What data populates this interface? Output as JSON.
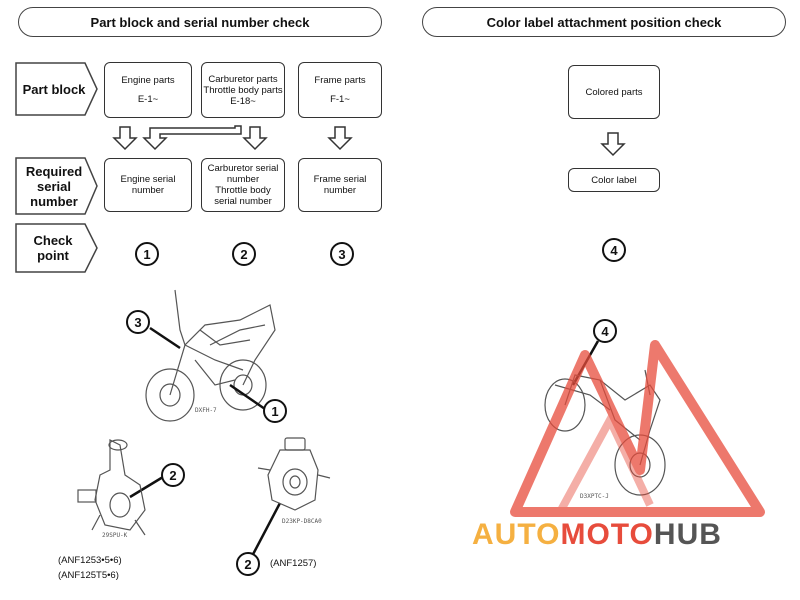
{
  "headers": {
    "left": "Part block and serial number check",
    "right": "Color label attachment position check"
  },
  "row_labels": {
    "part_block": "Part block",
    "required_serial": [
      "Required",
      "serial",
      "number"
    ],
    "check_point": [
      "Check",
      "point"
    ]
  },
  "part_blocks": [
    {
      "title": "Engine parts",
      "code": "E-1~"
    },
    {
      "title": "Carburetor parts\nThrottle body parts",
      "code": "E-18~"
    },
    {
      "title": "Frame parts",
      "code": "F-1~"
    }
  ],
  "serials": [
    "Engine serial\nnumber",
    "Carburetor serial\nnumber\nThrottle body\nserial number",
    "Frame serial\nnumber"
  ],
  "check_points": [
    "1",
    "2",
    "3",
    "4"
  ],
  "color_check": {
    "colored_parts": "Colored parts",
    "color_label": "Color label"
  },
  "illustrations": {
    "motorcycle_code": "DXFH-7",
    "carb_code": "29SPU-K",
    "throttle_code": "D23KP-D8CA0",
    "right_moto_code": "D3XPTC-J",
    "callouts": [
      "3",
      "1",
      "2",
      "2",
      "4"
    ]
  },
  "captions": {
    "carb": [
      "(ANF1253•5•6)",
      "(ANF125T5•6)"
    ],
    "throttle": "(ANF1257)"
  },
  "watermark": {
    "part1": "AUTO",
    "part2": "MOTO",
    "part3": "HUB",
    "color_orange": "#f5b041",
    "color_red": "#e74c3c",
    "color_gray": "#555555"
  }
}
